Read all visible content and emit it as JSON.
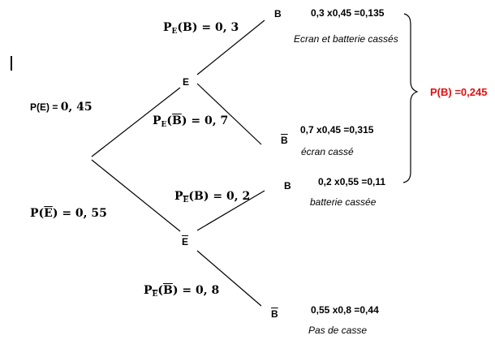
{
  "nodes": {
    "e": "E",
    "e_bar": "E",
    "b_top": "B",
    "b_bar_top": "B",
    "b_mid": "B",
    "b_bar_bottom": "B"
  },
  "branches": {
    "p_e": {
      "prefix": "P(E) = ",
      "value": "0, 45"
    },
    "p_e_bar": {
      "p": "P(",
      "e": "E",
      "close": ")",
      "value": " = 0, 55"
    },
    "pe_b": {
      "p": "P",
      "sub": "E",
      "open": "(B)",
      "value": " = 0, 3"
    },
    "pe_b_bar": {
      "p": "P",
      "sub": "E",
      "open": "(",
      "b": "B",
      "close": ")",
      "value": " = 0, 7"
    },
    "pe_bar_b": {
      "p": "P",
      "sub": "E",
      "open": "(B)",
      "value": " = 0, 2"
    },
    "pe_bar_b_bar": {
      "p": "P",
      "sub": "E",
      "open": "(",
      "b": "B",
      "close": ")",
      "value": " = 0, 8"
    }
  },
  "leaves": [
    {
      "calc": "0,3 x0,45 =0,135",
      "desc": "Ecran et batterie cassés"
    },
    {
      "calc": "0,7 x0,45 =0,315",
      "desc": "écran cassé"
    },
    {
      "calc": "0,2 x0,55 =0,11",
      "desc": "batterie cassée"
    },
    {
      "calc": "0,55 x0,8 =0,44",
      "desc": "Pas de casse"
    }
  ],
  "result": "P(B) =0,245",
  "colors": {
    "result": "#e01010",
    "lines": "#000000"
  }
}
